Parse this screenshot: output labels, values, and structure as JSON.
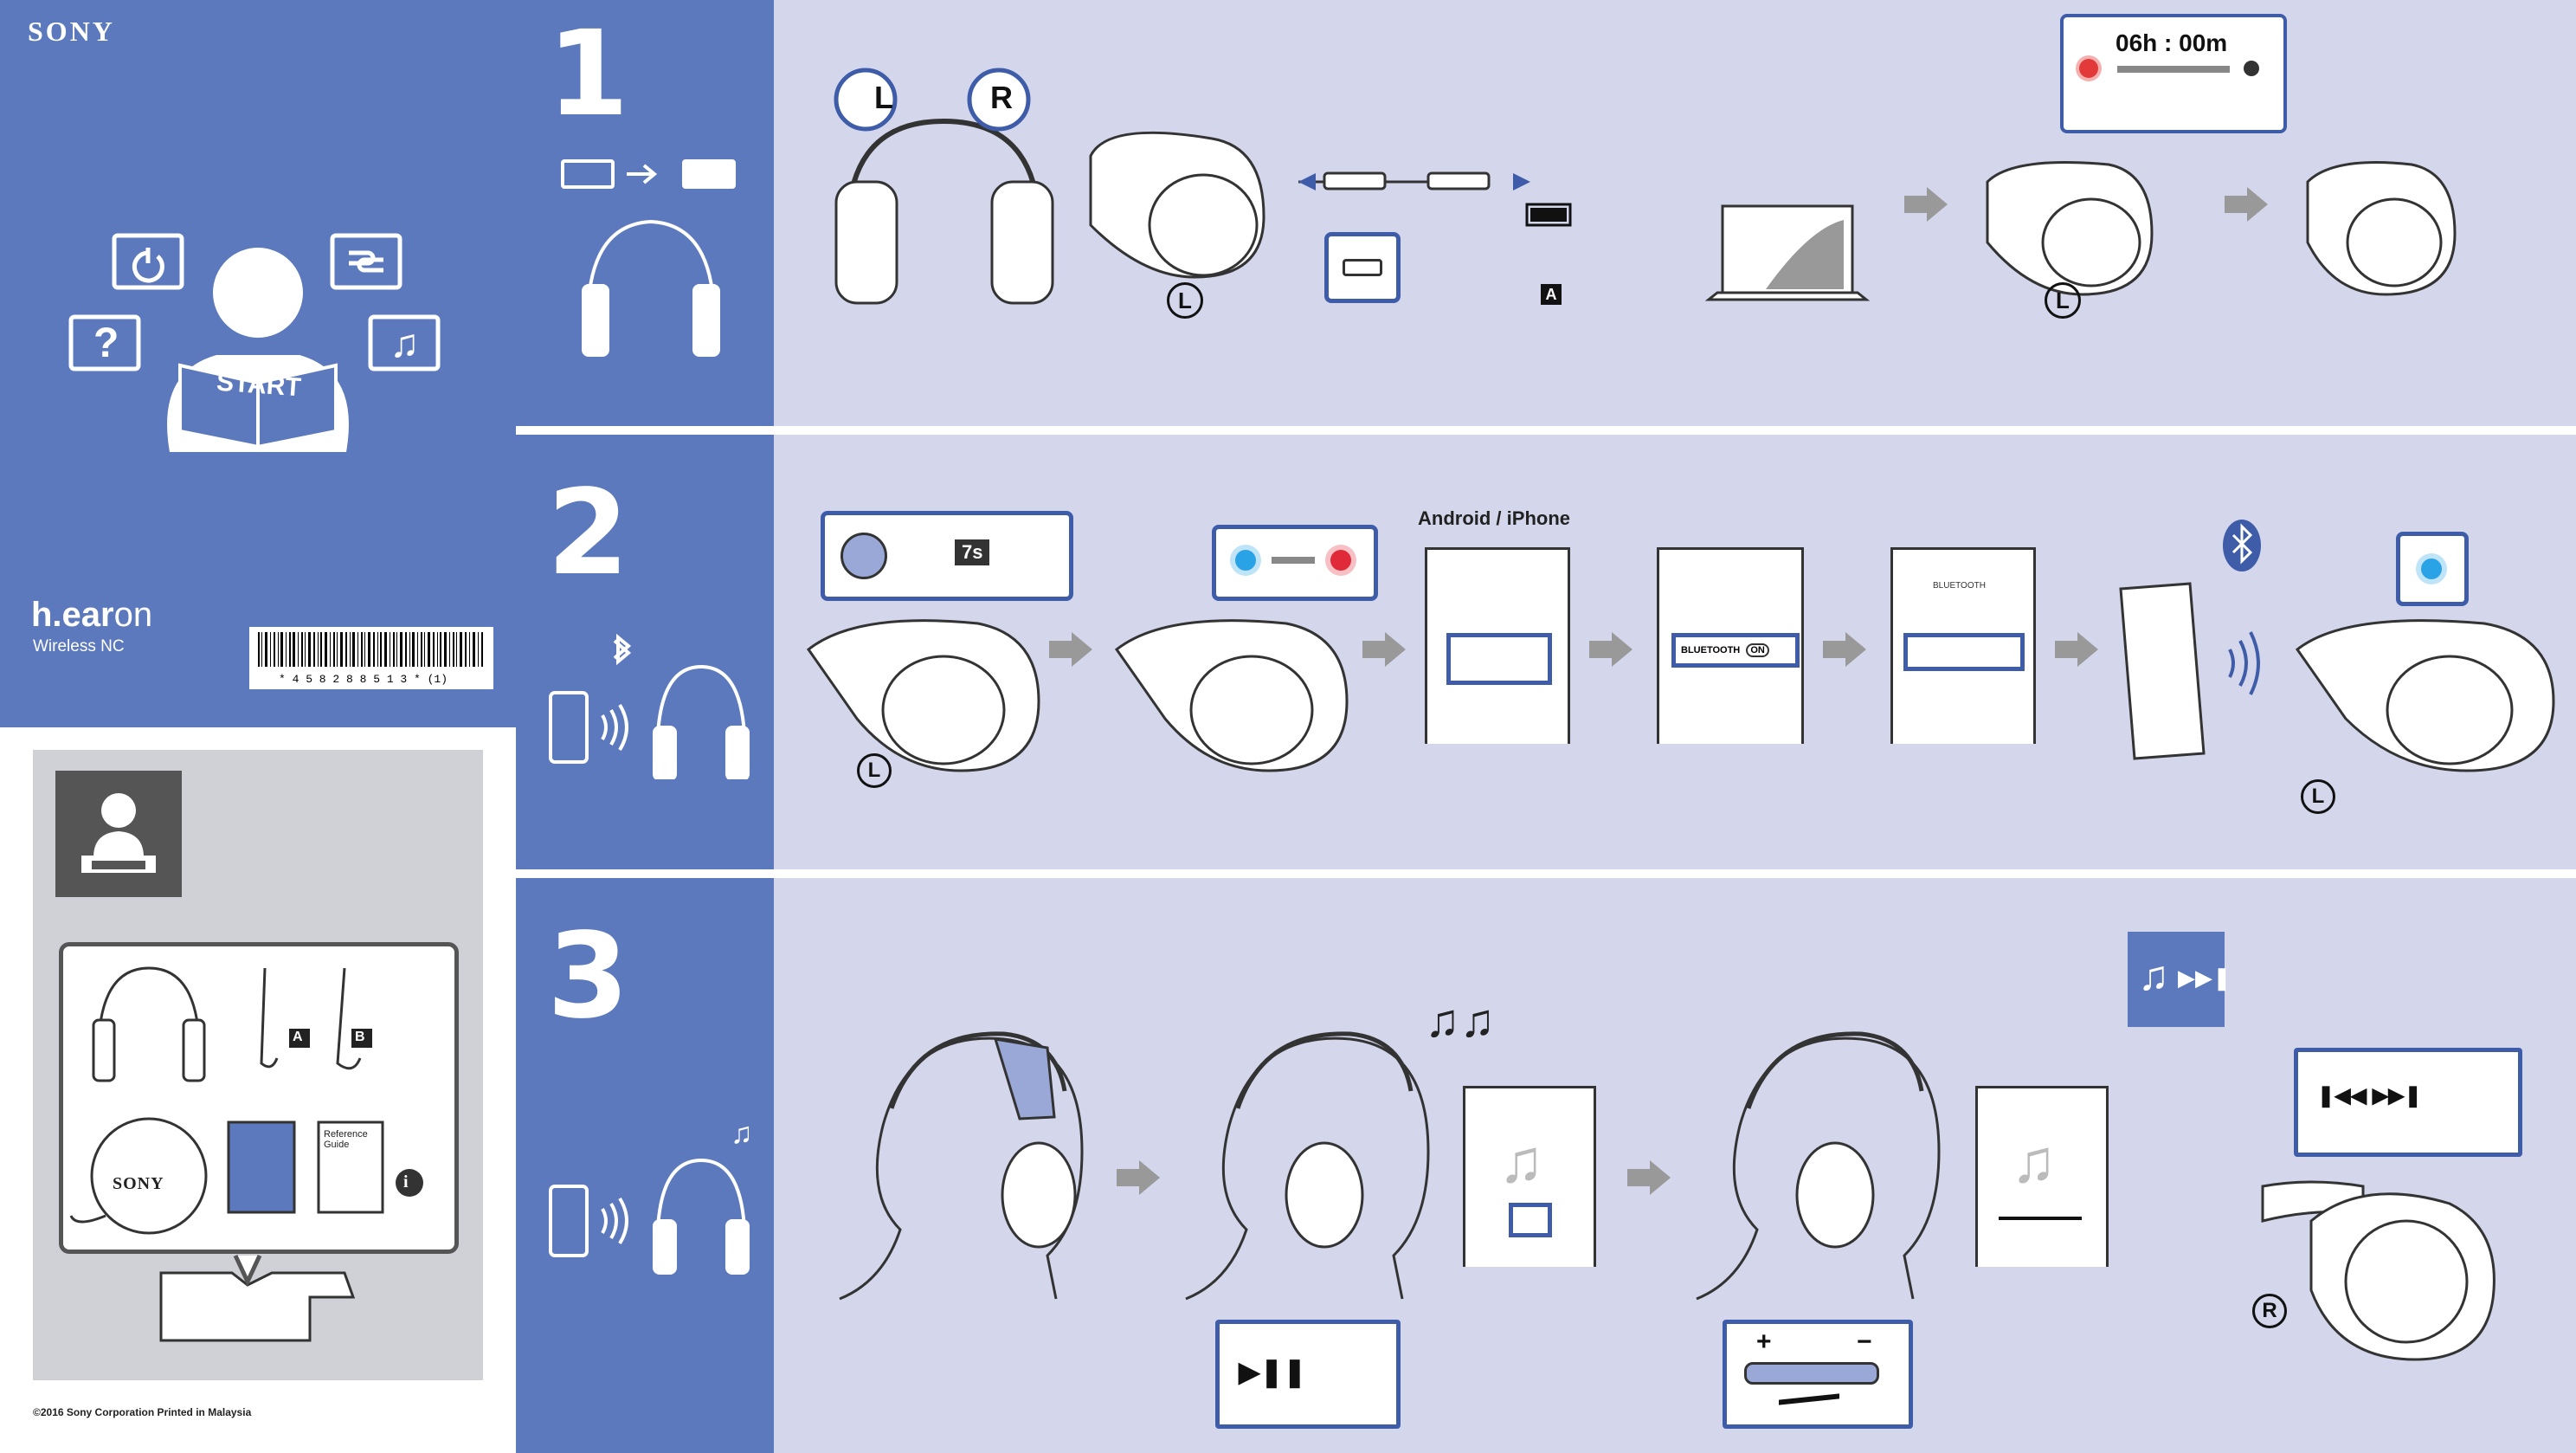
{
  "brand": "SONY",
  "product": {
    "name_main": "h.ear",
    "name_suffix": "on",
    "subtitle": "Wireless NC"
  },
  "barcode_text": "* 4 5 8 2 8 8 5 1 3 * (1)",
  "start_book_label": "START",
  "steps": [
    "1",
    "2",
    "3"
  ],
  "step1": {
    "left_label": "L",
    "right_label": "R",
    "timer": "06h : 00m",
    "cable_label": "A"
  },
  "step2": {
    "hold_time": "7s",
    "platform_label": "Android / iPhone",
    "bluetooth_label": "BLUETOOTH",
    "on_label": "ON"
  },
  "step3": {
    "plus": "+",
    "minus": "−"
  },
  "contents": {
    "cable_a": "A",
    "cable_b": "B",
    "case_brand": "SONY",
    "reference_guide": "Reference Guide"
  },
  "copyright": "©2016 Sony Corporation  Printed in Malaysia",
  "colors": {
    "panel_blue": "#5b79bc",
    "light_lavender": "#d4d7ec",
    "accent_blue": "#3e5ca8",
    "arrow_gray": "#999999"
  }
}
